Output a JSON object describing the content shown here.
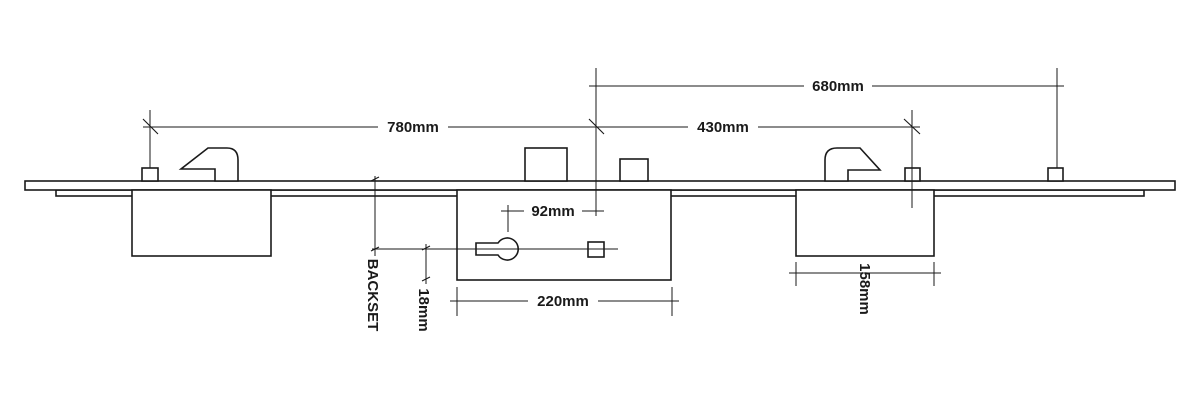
{
  "dimensions": {
    "d680": "680mm",
    "d780": "780mm",
    "d430": "430mm",
    "d92": "92mm",
    "d220": "220mm",
    "d158": "158mm",
    "d18": "18mm",
    "backset": "BACKSET"
  }
}
